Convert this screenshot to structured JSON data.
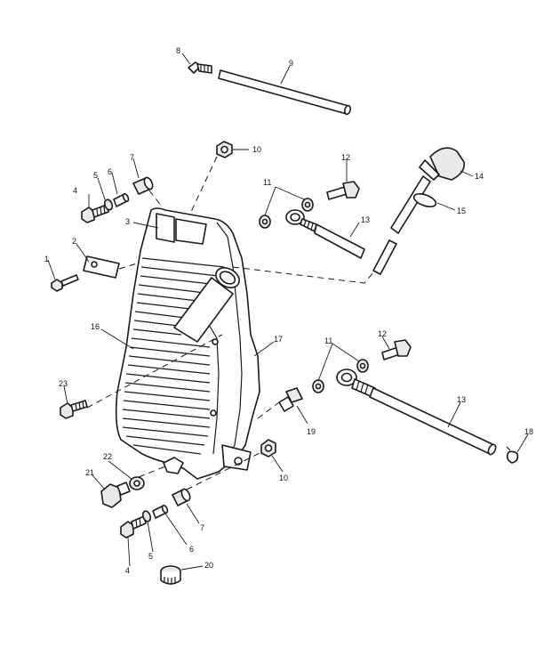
{
  "callouts": [
    {
      "id": "c1",
      "text": "1"
    },
    {
      "id": "c2",
      "text": "2"
    },
    {
      "id": "c3",
      "text": "3"
    },
    {
      "id": "c4a",
      "text": "4"
    },
    {
      "id": "c4b",
      "text": "4"
    },
    {
      "id": "c5a",
      "text": "5"
    },
    {
      "id": "c5b",
      "text": "5"
    },
    {
      "id": "c6a",
      "text": "6"
    },
    {
      "id": "c6b",
      "text": "6"
    },
    {
      "id": "c7a",
      "text": "7"
    },
    {
      "id": "c7b",
      "text": "7"
    },
    {
      "id": "c8",
      "text": "8"
    },
    {
      "id": "c9",
      "text": "9"
    },
    {
      "id": "c10a",
      "text": "10"
    },
    {
      "id": "c10b",
      "text": "10"
    },
    {
      "id": "c11a",
      "text": "11"
    },
    {
      "id": "c11b",
      "text": "11"
    },
    {
      "id": "c12a",
      "text": "12"
    },
    {
      "id": "c12b",
      "text": "12"
    },
    {
      "id": "c13a",
      "text": "13"
    },
    {
      "id": "c13b",
      "text": "13"
    },
    {
      "id": "c14",
      "text": "14"
    },
    {
      "id": "c15",
      "text": "15"
    },
    {
      "id": "c16",
      "text": "16"
    },
    {
      "id": "c17",
      "text": "17"
    },
    {
      "id": "c18",
      "text": "18"
    },
    {
      "id": "c19",
      "text": "19"
    },
    {
      "id": "c20",
      "text": "20"
    },
    {
      "id": "c21",
      "text": "21"
    },
    {
      "id": "c22",
      "text": "22"
    },
    {
      "id": "c23",
      "text": "23"
    }
  ]
}
